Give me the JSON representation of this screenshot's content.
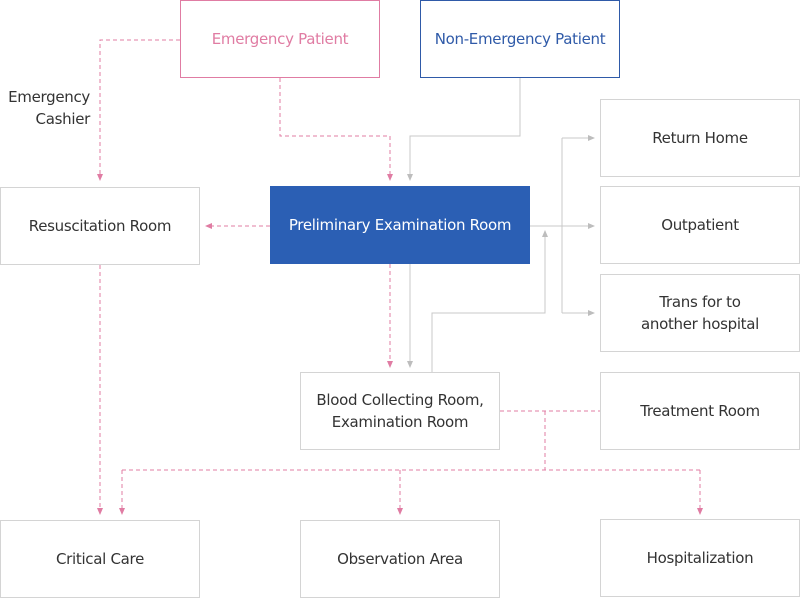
{
  "nodes": {
    "emergency_patient": "Emergency Patient",
    "non_emergency_patient": "Non-Emergency Patient",
    "return_home": "Return Home",
    "resuscitation_room": "Resuscitation Room",
    "preliminary_exam": "Preliminary Examination Room",
    "outpatient": "Outpatient",
    "trans_line1": "Trans for to",
    "trans_line2": "another hospital",
    "blood_line1": "Blood Collecting Room,",
    "blood_line2": "Examination Room",
    "treatment_room": "Treatment Room",
    "critical_care": "Critical Care",
    "observation_area": "Observation Area",
    "hospitalization": "Hospitalization"
  },
  "edge_labels": {
    "emergency_line1": "Emergency",
    "emergency_line2": "Cashier"
  },
  "colors": {
    "emergency_path": "#e07ca3",
    "normal_path": "#c8c8c8",
    "highlight": "#2b5fb4"
  }
}
